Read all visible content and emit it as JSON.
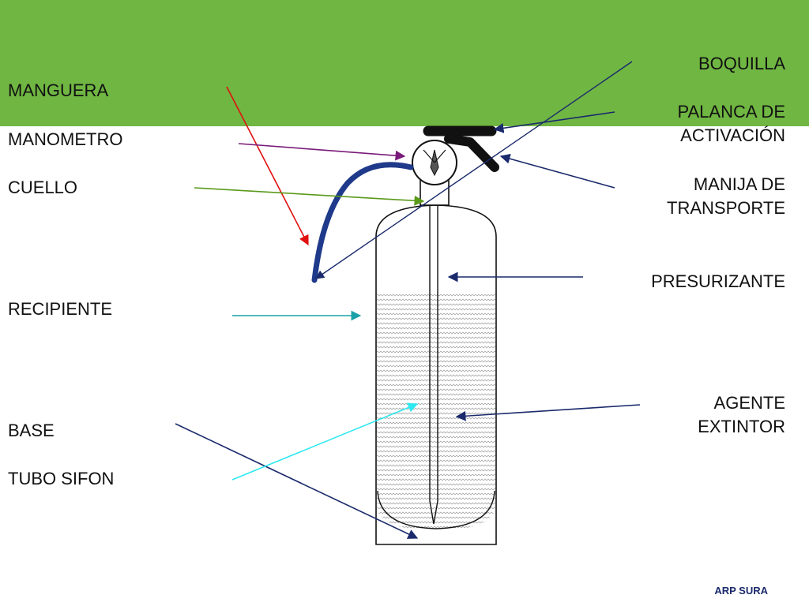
{
  "labels_left": {
    "manguera": "MANGUERA",
    "manometro": "MANOMETRO",
    "cuello": "CUELLO",
    "recipiente": "RECIPIENTE",
    "base": "BASE",
    "tubo_sifon": "TUBO SIFON"
  },
  "labels_right": {
    "boquilla": "BOQUILLA",
    "palanca_l1": "PALANCA DE",
    "palanca_l2": "ACTIVACIÓN",
    "manija_l1": "MANIJA DE",
    "manija_l2": "TRANSPORTE",
    "presurizante": "PRESURIZANTE",
    "agente_l1": "AGENTE",
    "agente_l2": "EXTINTOR"
  },
  "footer": "ARP SURA",
  "colors": {
    "banner": "#70b642",
    "navy": "#1a2a6c",
    "red": "#e01010",
    "purple": "#7a1a7a",
    "olive": "#5a9a1a",
    "teal": "#1aa0a8",
    "cyan": "#30e8f0"
  }
}
